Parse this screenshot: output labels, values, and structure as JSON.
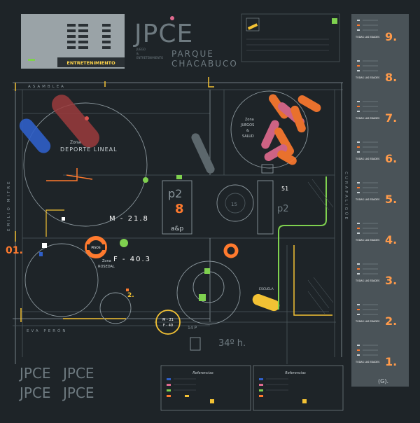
{
  "colors": {
    "background": "#1e2428",
    "line": "#8a969c",
    "line_dim": "#4c575c",
    "accent_orange": "#ff7a2e",
    "accent_yellow": "#f3c234",
    "accent_green": "#7fd14f",
    "accent_red": "#d9534f",
    "accent_blue": "#2f5fc8",
    "pink": "#e06a8f",
    "panel_gray": "#4a5358",
    "white": "#ffffff"
  },
  "header": {
    "top_panel_label": "ENTRETENIMIENTO",
    "logo_text": "JPCE",
    "logo_sub_1": "JUEGO",
    "logo_sub_2": "&",
    "logo_sub_3": "ENTRETENIMIENTO",
    "title_line_1": "PARQUE",
    "title_line_2": "CHACABUCO"
  },
  "map": {
    "street_top": "ASAMBLEA",
    "street_left": "EMILIO MITRE",
    "street_right": "CURAPALIGÜE",
    "street_bottom": "EVA PERÓN",
    "zone_deporte_1": "Zona",
    "zone_deporte_2": "DEPORTE LINEAL",
    "zone_juegos_1": "Zona",
    "zone_juegos_2": "JUEGOS",
    "zone_juegos_3": "&",
    "zone_juegos_4": "SALUD",
    "zone_rosedal_1": "Zona",
    "zone_rosedal_2": "ROSEDAL",
    "label_m": "M - 21.8",
    "label_f": "F - 40.3",
    "label_8": "8",
    "label_ap": "a&p",
    "label_p2_left": "p2",
    "label_p2_right": "p2",
    "label_51": "51",
    "label_15": "15",
    "label_01": "01.",
    "label_2": "2.",
    "label_pisos": "PISOS",
    "label_escuela": "ESCUELA",
    "label_m_small": "M - 21",
    "label_f_small": "F - 40",
    "label_14p": "14 P",
    "label_340h": "34º h."
  },
  "levels": {
    "items": [
      "9.",
      "8.",
      "7.",
      "6.",
      "5.",
      "4.",
      "3.",
      "2.",
      "1."
    ],
    "age_label": "TODAS LAS EDADES",
    "bottom_mark": "(G)."
  },
  "legend": {
    "title_left": "Referencias",
    "title_right": "Referencias"
  }
}
